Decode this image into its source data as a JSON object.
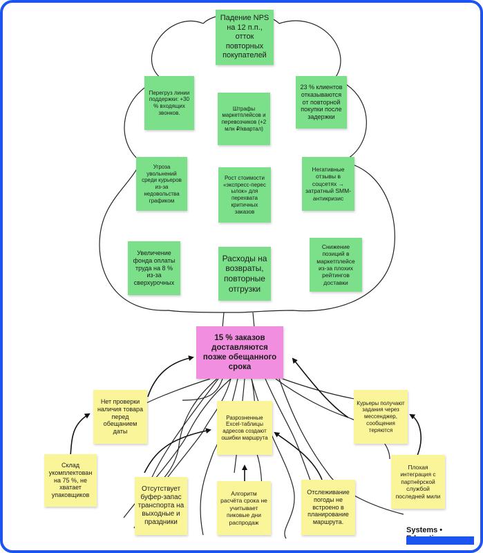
{
  "problem": "15 % заказов доставляются позже обещанного срока",
  "consequences": [
    {
      "id": "nps",
      "text": "Падение NPS на 12 п.п., отток повторных покупателей"
    },
    {
      "id": "support",
      "text": "Перегруз линии поддержки: +30 % входящих звонков."
    },
    {
      "id": "repeat",
      "text": "23 % клиентов отказываются от повторной покупки после задержки"
    },
    {
      "id": "fines",
      "text": "Штрафы маркетплейсов и перевозчиков (+2 млн ₽/квартал)"
    },
    {
      "id": "couriers_quit",
      "text": "Угроза увольнений среди курьеров из-за недовольства графиком"
    },
    {
      "id": "express",
      "text": "Рост стоимости «экспресс-перес ылок» для перехвата критичных заказов"
    },
    {
      "id": "reviews",
      "text": "Негативные отзывы в соцсетях → затратный SMM-антикризис"
    },
    {
      "id": "payroll",
      "text": "Увеличение фонда оплаты труда на 8 % из-за сверхурочных"
    },
    {
      "id": "returns",
      "text": "Расходы на возвраты, повторные отгрузки"
    },
    {
      "id": "ranking",
      "text": "Снижение позиций в маркетплейсе из-за плохих рейтингов доставки"
    }
  ],
  "causes": [
    {
      "id": "stock_check",
      "text": "Нет проверки наличия товара перед обещанием даты"
    },
    {
      "id": "excel",
      "text": "Разрозненные Excel-таблицы адресов создают ошибки маршрута"
    },
    {
      "id": "messenger",
      "text": "Курьеры получают задания через мессенджер, сообщения теряются"
    },
    {
      "id": "warehouse",
      "text": "Склад укомплектован на 75 %, не хватает упаковщиков"
    },
    {
      "id": "partner",
      "text": "Плохая интеграция с партнёрской службой последней мили"
    },
    {
      "id": "buffer",
      "text": "Отсутствует буфер-запас транспорта на выходные и праздники"
    },
    {
      "id": "algorithm",
      "text": "Алгоритм расчёта срока не учитывает пиковые дни распродаж"
    },
    {
      "id": "weather",
      "text": "Отслеживание погоды не встроено в планирование маршрута."
    }
  ],
  "brand": "Systems • Education",
  "colors": {
    "consequence": "#7ce08a",
    "cause": "#fbf59a",
    "problem": "#f28ee0",
    "brand": "#1c54f2"
  }
}
